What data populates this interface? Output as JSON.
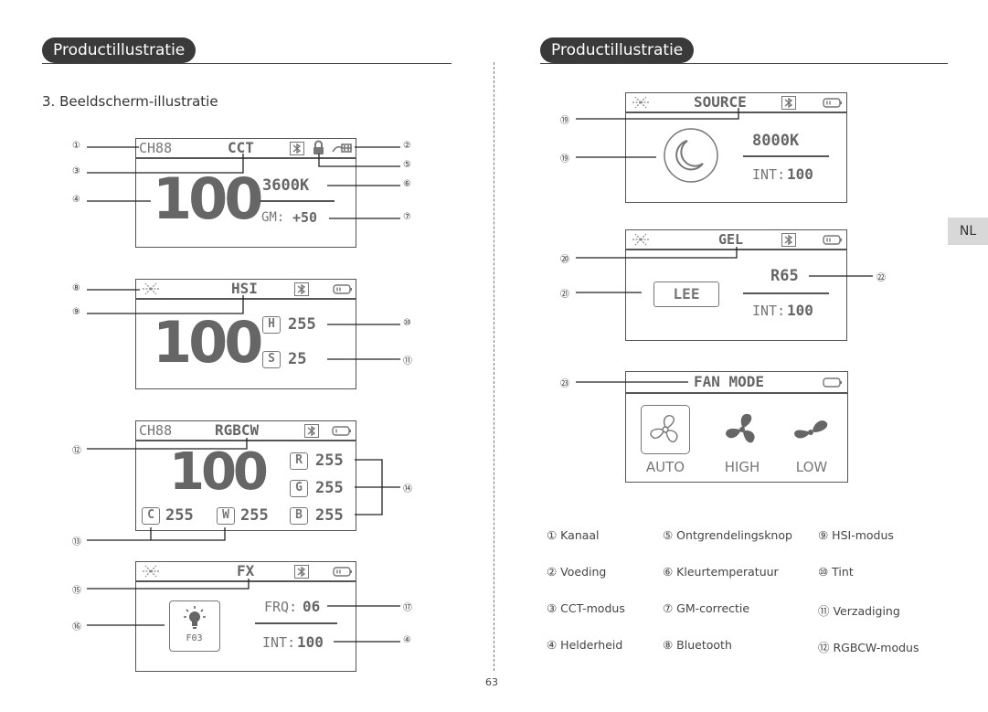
{
  "left_page": {
    "header": "Productillustratie",
    "section_title": "3. Beeldscherm-illustratie",
    "screen_cct": {
      "channel": "CH88",
      "mode": "CCT",
      "brightness": "100",
      "temperature": "3600K",
      "gm_label": "GM:",
      "gm_value": "+50"
    },
    "screen_hsi": {
      "mode": "HSI",
      "brightness": "100",
      "h_label": "H",
      "h_value": "255",
      "s_label": "S",
      "s_value": "25"
    },
    "screen_rgbcw": {
      "channel": "CH88",
      "mode": "RGBCW",
      "brightness": "100",
      "r_label": "R",
      "r_value": "255",
      "g_label": "G",
      "g_value": "255",
      "b_label": "B",
      "b_value": "255",
      "c_label": "C",
      "c_value": "255",
      "w_label": "W",
      "w_value": "255"
    },
    "screen_fx": {
      "mode": "FX",
      "effect_code": "F03",
      "frq_label": "FRQ:",
      "frq_value": "06",
      "int_label": "INT:",
      "int_value": "100"
    }
  },
  "right_page": {
    "header": "Productillustratie",
    "tab": "NL",
    "screen_source": {
      "mode": "SOURCE",
      "temperature": "8000K",
      "int_label": "INT:",
      "int_value": "100"
    },
    "screen_gel": {
      "mode": "GEL",
      "brand": "LEE",
      "gel_code": "R65",
      "int_label": "INT:",
      "int_value": "100"
    },
    "screen_fan": {
      "mode": "FAN MODE",
      "options": [
        "AUTO",
        "HIGH",
        "LOW"
      ]
    }
  },
  "callouts": {
    "n1": "①",
    "n2": "②",
    "n3": "③",
    "n4": "④",
    "n5": "⑤",
    "n6": "⑥",
    "n7": "⑦",
    "n8": "⑧",
    "n9": "⑨",
    "n10": "⑩",
    "n11": "⑪",
    "n12": "⑫",
    "n13": "⑬",
    "n14": "⑭",
    "n15": "⑮",
    "n16": "⑯",
    "n17": "⑰",
    "n19": "⑲",
    "n20": "⑳",
    "n21": "㉑",
    "n22": "㉒",
    "n23": "㉓"
  },
  "legend": [
    [
      "① Kanaal",
      "⑤ Ontgrendelingsknop",
      "⑨ HSI-modus"
    ],
    [
      "② Voeding",
      "⑥ Kleurtemperatuur",
      "⑩ Tint"
    ],
    [
      "③ CCT-modus",
      "⑦ GM-correctie",
      "⑪ Verzadiging"
    ],
    [
      "④ Helderheid",
      "⑧ Bluetooth",
      "⑫ RGBCW-modus"
    ]
  ],
  "page_number": "63"
}
